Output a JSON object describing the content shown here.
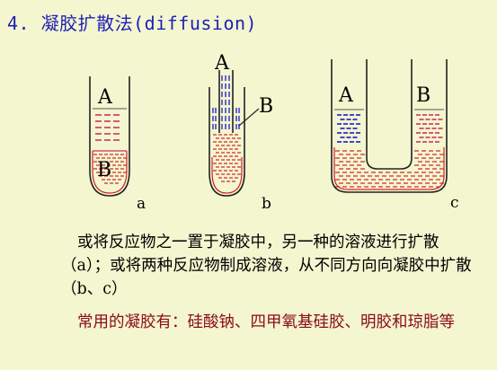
{
  "slide": {
    "title": "4. 凝胶扩散法(diffusion)",
    "paragraph1": "或将反应物之一置于凝胶中，另一种的溶液进行扩散（a）；或将两种反应物制成溶液，从不同方向向凝胶中扩散（b、c）",
    "paragraph2": "常用的凝胶有：硅酸钠、四甲氧基硅胶、明胶和琼脂等"
  },
  "diagram": {
    "tube_a": {
      "upper_label": "A",
      "lower_label": "B",
      "caption": "a"
    },
    "tube_b": {
      "top_label": "A",
      "side_label": "B",
      "caption": "b"
    },
    "tube_c": {
      "left_label": "A",
      "right_label": "B",
      "caption": "c"
    },
    "colors": {
      "glass": "#222222",
      "solution_magenta": "#cc3366",
      "gel_red": "#d2202a",
      "reagent_blue": "#1a1acc",
      "title_blue": "#1f1fb8",
      "note_red": "#8b0a1a",
      "background": "#f3f6cf"
    }
  }
}
